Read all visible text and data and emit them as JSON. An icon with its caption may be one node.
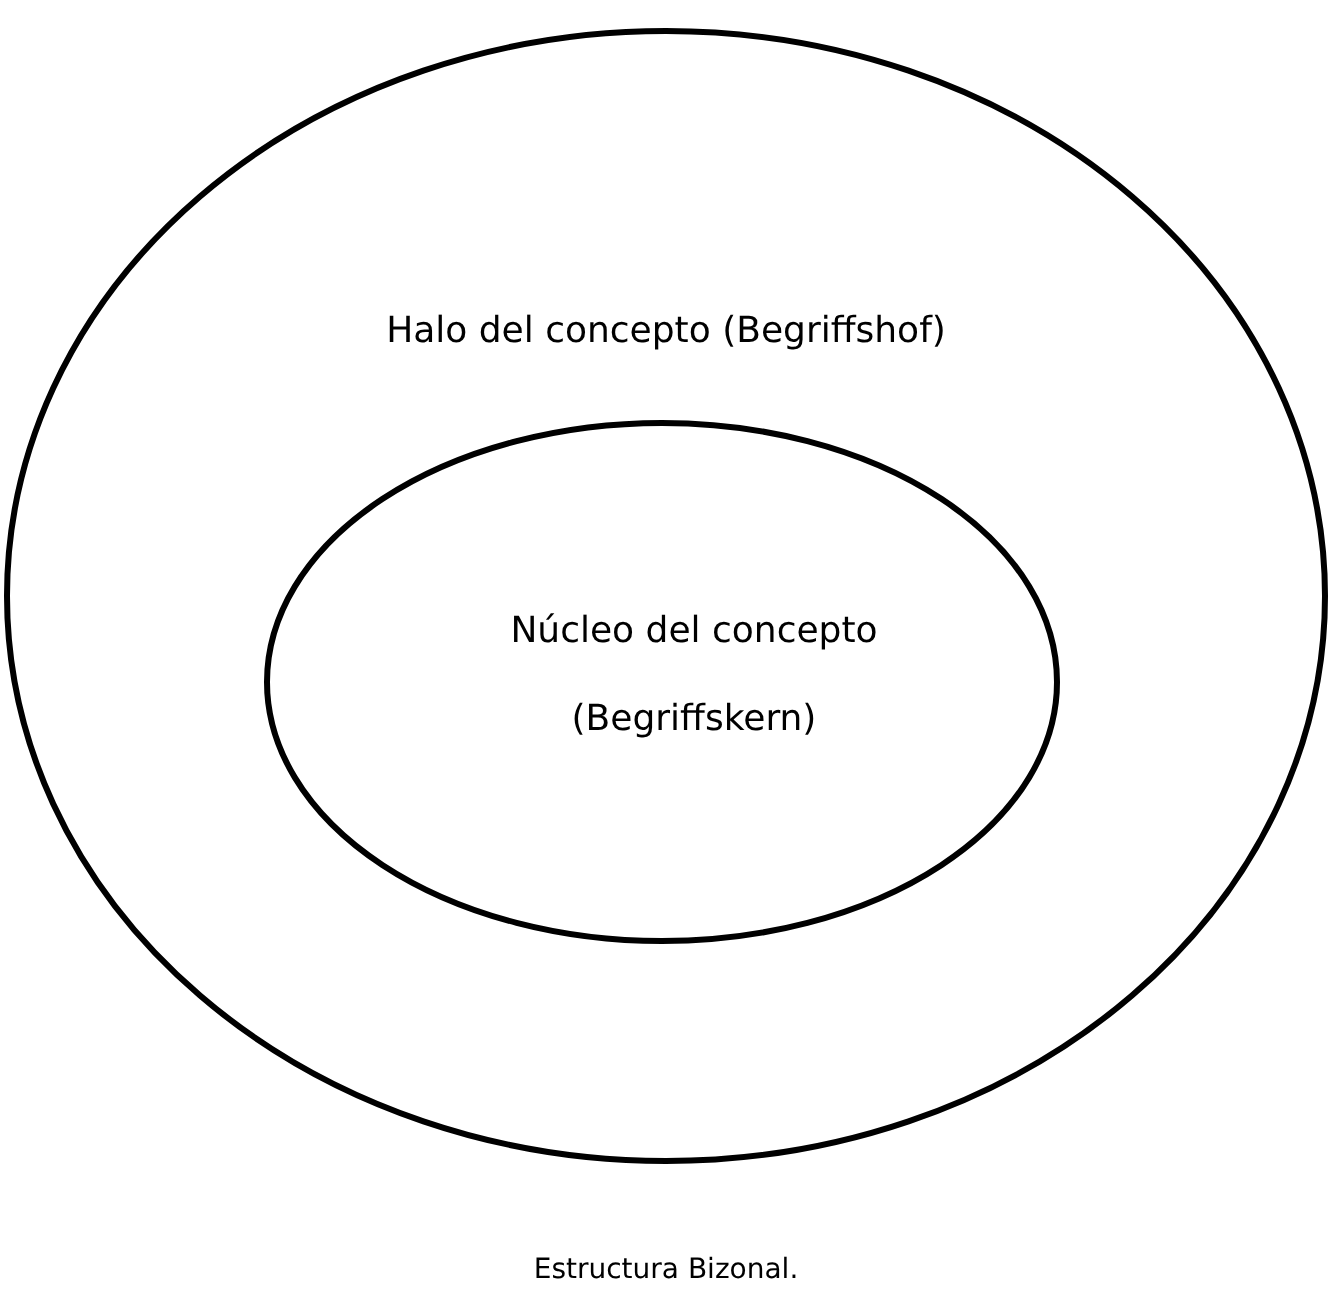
{
  "diagram": {
    "caption": "Estructura Bizonal.",
    "nodes": [
      {
        "text": [
          "Halo del concepto (Begriffshof)"
        ]
      },
      {
        "text": [
          "Núcleo del concepto (Begriffskern)"
        ],
        "in": 0
      }
    ]
  }
}
